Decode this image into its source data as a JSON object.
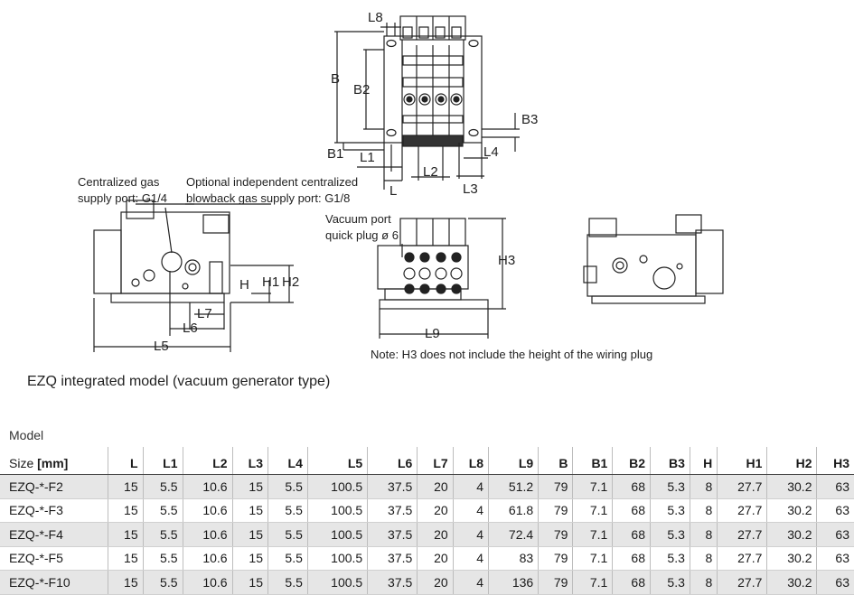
{
  "callouts": {
    "central_port": "Centralized gas supply port: G1/4",
    "central_port_l1": "Centralized gas",
    "central_port_l2": "supply port: G1/4",
    "blowback_l1": "Optional independent centralized",
    "blowback_l2": "blowback gas supply port: G1/8",
    "vacuum_l1": "Vacuum port",
    "vacuum_l2": "quick plug ø 6"
  },
  "dimensions": {
    "top": [
      "L8",
      "B",
      "B2",
      "B3",
      "B1",
      "L1",
      "L4",
      "L2",
      "L",
      "L3"
    ],
    "left": [
      "H",
      "H1",
      "H2",
      "L7",
      "L6",
      "L5"
    ],
    "front": [
      "H3",
      "L9"
    ]
  },
  "note": "Note: H3 does not include the height of the wiring plug",
  "caption": "EZQ integrated model (vacuum generator type)",
  "table": {
    "model_label": "Model",
    "size_label": "Size",
    "unit_label": "[mm]",
    "columns": [
      "L",
      "L1",
      "L2",
      "L3",
      "L4",
      "L5",
      "L6",
      "L7",
      "L8",
      "L9",
      "B",
      "B1",
      "B2",
      "B3",
      "H",
      "H1",
      "H2",
      "H3"
    ],
    "rows": [
      {
        "model": "EZQ-*-F2",
        "values": [
          "15",
          "5.5",
          "10.6",
          "15",
          "5.5",
          "100.5",
          "37.5",
          "20",
          "4",
          "51.2",
          "79",
          "7.1",
          "68",
          "5.3",
          "8",
          "27.7",
          "30.2",
          "63"
        ]
      },
      {
        "model": "EZQ-*-F3",
        "values": [
          "15",
          "5.5",
          "10.6",
          "15",
          "5.5",
          "100.5",
          "37.5",
          "20",
          "4",
          "61.8",
          "79",
          "7.1",
          "68",
          "5.3",
          "8",
          "27.7",
          "30.2",
          "63"
        ]
      },
      {
        "model": "EZQ-*-F4",
        "values": [
          "15",
          "5.5",
          "10.6",
          "15",
          "5.5",
          "100.5",
          "37.5",
          "20",
          "4",
          "72.4",
          "79",
          "7.1",
          "68",
          "5.3",
          "8",
          "27.7",
          "30.2",
          "63"
        ]
      },
      {
        "model": "EZQ-*-F5",
        "values": [
          "15",
          "5.5",
          "10.6",
          "15",
          "5.5",
          "100.5",
          "37.5",
          "20",
          "4",
          "83",
          "79",
          "7.1",
          "68",
          "5.3",
          "8",
          "27.7",
          "30.2",
          "63"
        ]
      },
      {
        "model": "EZQ-*-F10",
        "values": [
          "15",
          "5.5",
          "10.6",
          "15",
          "5.5",
          "100.5",
          "37.5",
          "20",
          "4",
          "136",
          "79",
          "7.1",
          "68",
          "5.3",
          "8",
          "27.7",
          "30.2",
          "63"
        ]
      }
    ]
  }
}
